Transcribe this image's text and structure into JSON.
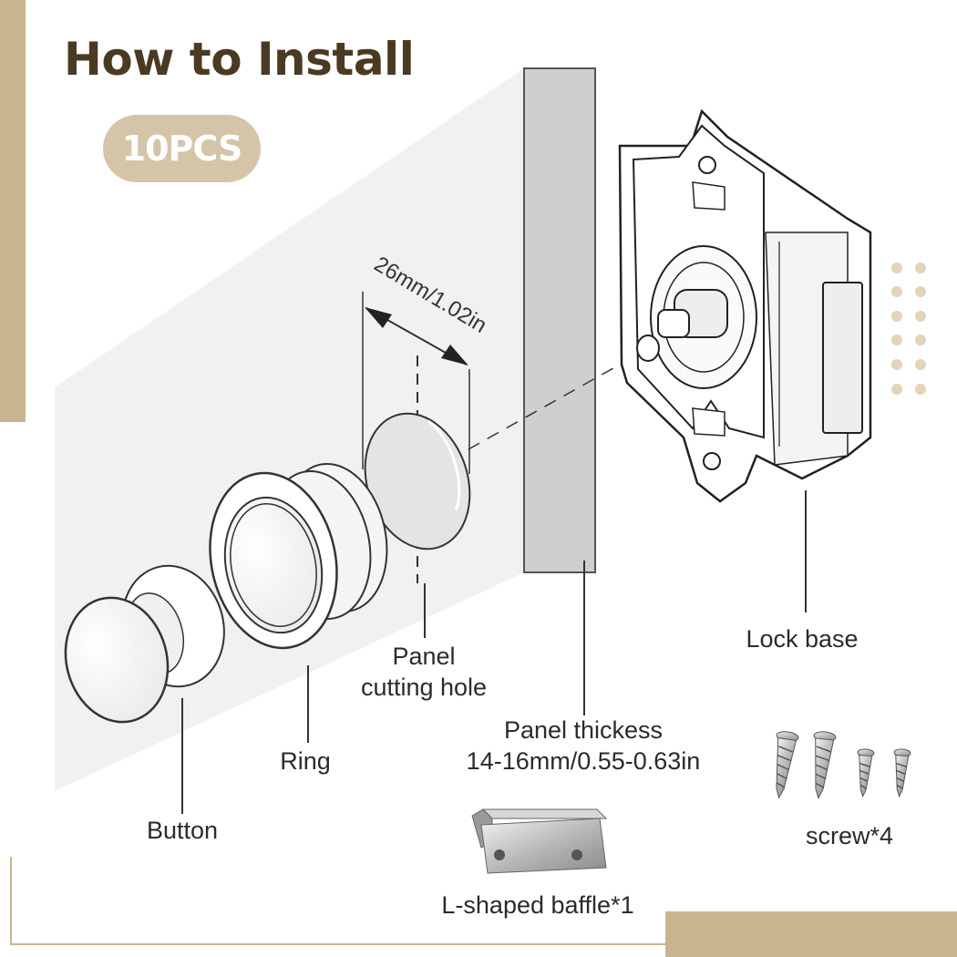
{
  "title": "How to Install",
  "quantity_badge": "10PCS",
  "colors": {
    "title": "#4a3a22",
    "accent": "#d6c4a8",
    "accent_dark": "#c8b48f",
    "dots": "#e3d3b8"
  },
  "dimension_label": "26mm/1.02in",
  "parts": {
    "lock_base": "Lock base",
    "panel_hole_line1": "Panel",
    "panel_hole_line2": "cutting hole",
    "panel_thickness_line1": "Panel thickess",
    "panel_thickness_line2": "14-16mm/0.55-0.63in",
    "ring": "Ring",
    "button": "Button",
    "screws": "screw*4",
    "baffle": "L-shaped baffle*1"
  },
  "icons": [
    "lock-base-icon",
    "panel-cutting-hole-icon",
    "ring-icon",
    "button-knob-icon",
    "screw-icon",
    "l-shaped-baffle-icon",
    "decorative-dot-grid"
  ]
}
